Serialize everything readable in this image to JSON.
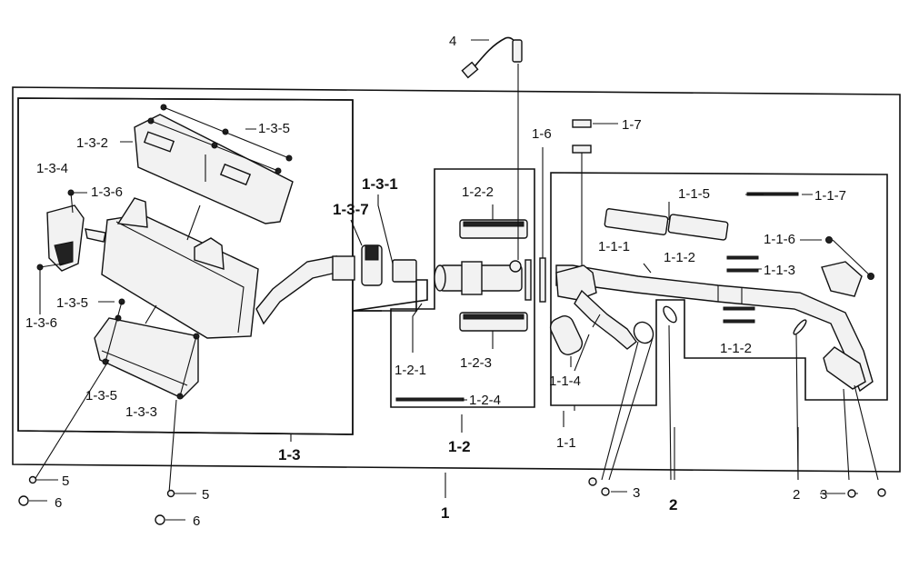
{
  "labels": {
    "part_4": "4",
    "part_1": "1",
    "part_1_2": "1-2",
    "part_1_3": "1-3",
    "part_1_1": "1-1",
    "part_1_3_1": "1-3-1",
    "part_1_3_2": "1-3-2",
    "part_1_3_3": "1-3-3",
    "part_1_3_4": "1-3-4",
    "part_1_3_5_top": "1-3-5",
    "part_1_3_5_mid": "1-3-5",
    "part_1_3_5_low": "1-3-5",
    "part_1_3_6_top": "1-3-6",
    "part_1_3_6_bot": "1-3-6",
    "part_1_3_7": "1-3-7",
    "part_1_2_1": "1-2-1",
    "part_1_2_2": "1-2-2",
    "part_1_2_3": "1-2-3",
    "part_1_2_4": "1-2-4",
    "part_1_6": "1-6",
    "part_1_7": "1-7",
    "part_1_1_1": "1-1-1",
    "part_1_1_2_top": "1-1-2",
    "part_1_1_2_bot": "1-1-2",
    "part_1_1_3": "1-1-3",
    "part_1_1_4": "1-1-4",
    "part_1_1_5": "1-1-5",
    "part_1_1_6": "1-1-6",
    "part_1_1_7": "1-1-7",
    "part_5_left": "5",
    "part_6_left": "6",
    "part_5_mid": "5",
    "part_6_mid": "6",
    "part_3_left": "3",
    "part_3_right": "3",
    "part_2_left": "2",
    "part_2_right": "2"
  }
}
